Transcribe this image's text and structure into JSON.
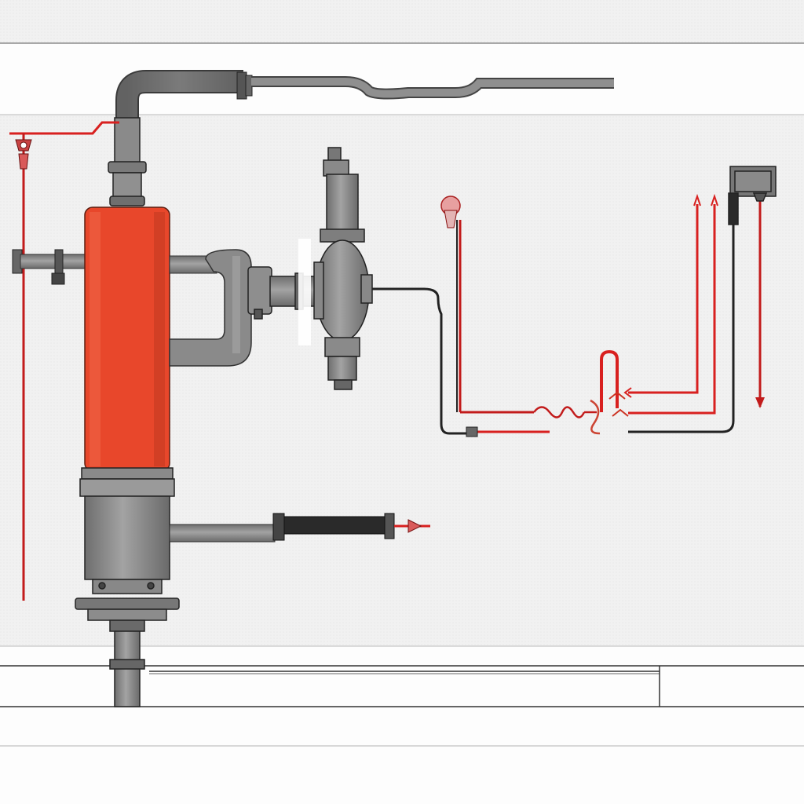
{
  "diagram": {
    "colors": {
      "background": "#fdfdfd",
      "panel": "#efefef",
      "pipe_grey": "#8a8a8a",
      "pipe_grey_dark": "#555555",
      "pipe_outline": "#3a3a3a",
      "tank_red": "#e8472b",
      "wire_red": "#d8201f",
      "wire_black": "#222222",
      "hose_black": "#2a2a2a",
      "box_grey": "#777777"
    },
    "components": [
      "storage-tank",
      "lower-housing",
      "inlet-pipe",
      "outlet-pipe",
      "valve",
      "control-box",
      "heating-coil",
      "sensor",
      "drain-hose"
    ]
  }
}
